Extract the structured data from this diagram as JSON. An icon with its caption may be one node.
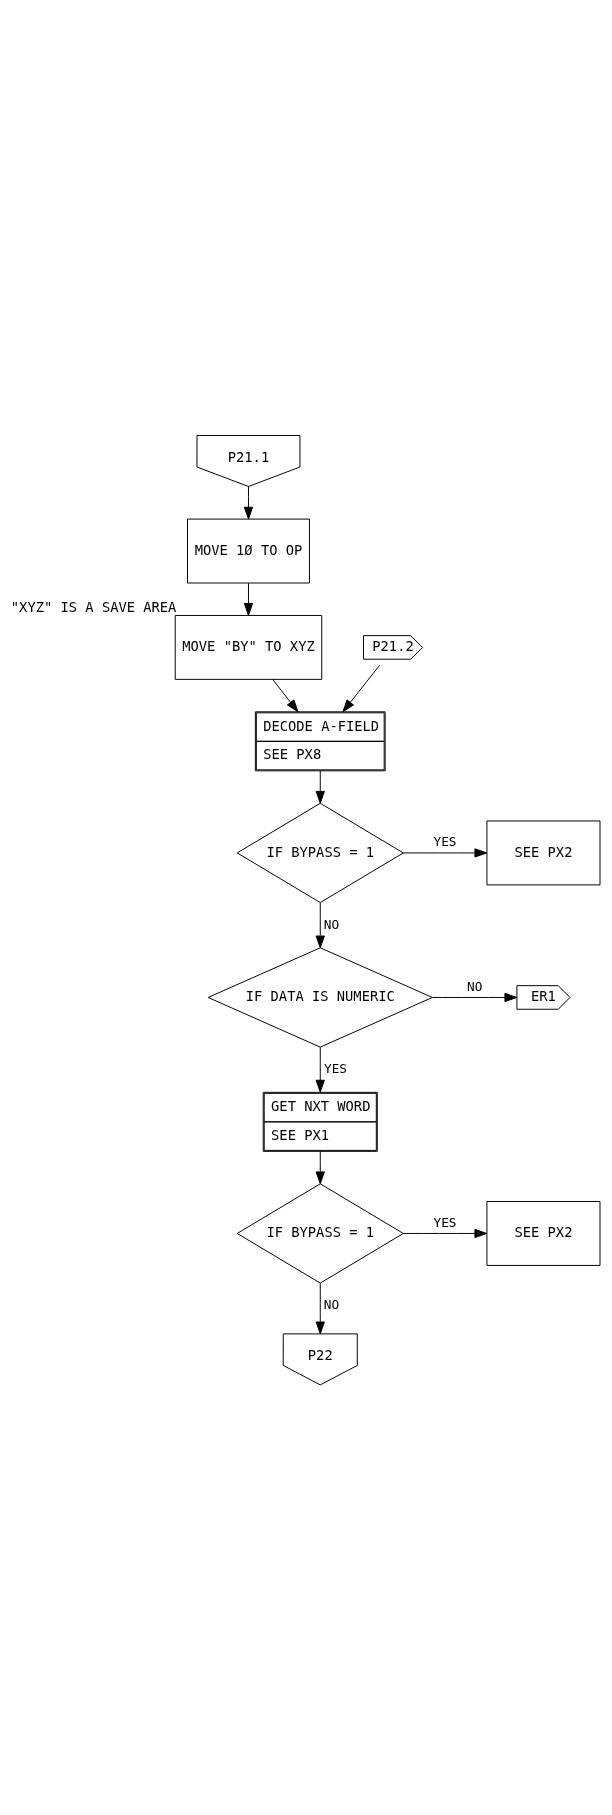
{
  "diagram": {
    "nodes": [
      {
        "text": [
          "P21.1"
        ]
      },
      {
        "text": [
          "MOVE 1Ø TO OP"
        ]
      },
      {
        "text": [
          "MOVE \"BY\" TO XYZ"
        ],
        "beside": [
          "\"XYZ\" IS A SAVE AREA"
        ]
      },
      {
        "text": [
          "P21.2"
        ]
      },
      {
        "text": [
          "DECODE A-FIELD",
          "SEE PX8"
        ]
      },
      {
        "text": [
          "IF BYPASS = 1"
        ]
      },
      {
        "text": [
          "SEE PX2"
        ]
      },
      {
        "text": [
          "IF DATA IS NUMERIC"
        ]
      },
      {
        "text": [
          "ER1"
        ]
      },
      {
        "text": [
          "GET NXT WORD",
          "SEE PX1"
        ]
      },
      {
        "text": [
          "IF BYPASS = 1"
        ]
      },
      {
        "text": [
          "SEE PX2"
        ]
      },
      {
        "text": [
          "P22"
        ]
      }
    ],
    "edges": [
      {
        "from": 0,
        "to": 1,
        "arrow": "to"
      },
      {
        "from": 1,
        "to": 2,
        "arrow": "to"
      },
      {
        "from": 2,
        "to": 4,
        "arrow": "to"
      },
      {
        "from": 3,
        "to": 4,
        "arrow": "to"
      },
      {
        "from": 4,
        "to": 5,
        "arrow": "to"
      },
      {
        "from": 5,
        "to": 6,
        "arrow": "to",
        "label": "YES"
      },
      {
        "from": 5,
        "to": 7,
        "arrow": "to",
        "label": "NO"
      },
      {
        "from": 7,
        "to": 8,
        "arrow": "to",
        "label": "NO"
      },
      {
        "from": 7,
        "to": 9,
        "arrow": "to",
        "label": "YES"
      },
      {
        "from": 9,
        "to": 10,
        "arrow": "to"
      },
      {
        "from": 10,
        "to": 11,
        "arrow": "to",
        "label": "YES"
      },
      {
        "from": 10,
        "to": 12,
        "arrow": "to",
        "label": "NO"
      }
    ]
  }
}
